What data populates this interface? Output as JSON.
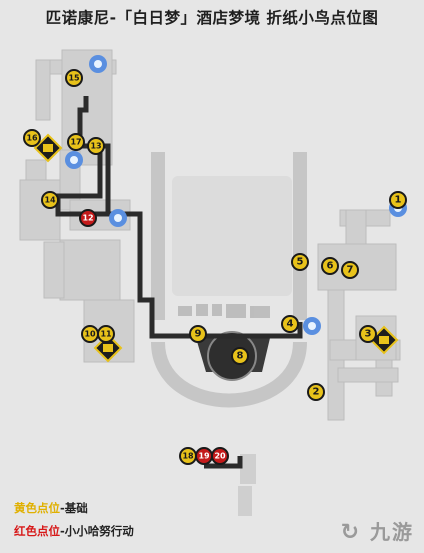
{
  "title": "匹诺康尼-「白日梦」酒店梦境 折纸小鸟点位图",
  "legend": {
    "yellow_label": "黄色点位",
    "yellow_desc": "-基础",
    "red_label": "红色点位",
    "red_desc": "-小小哈努行动"
  },
  "watermark": "九游",
  "colors": {
    "yellow_marker": "#e8c21a",
    "red_marker": "#c41a1a",
    "route": "#2b2b2b",
    "walls": "#c6c6c6",
    "background": "#e6e6e6"
  },
  "markers": [
    {
      "id": "1",
      "kind": "yellow"
    },
    {
      "id": "2",
      "kind": "yellow"
    },
    {
      "id": "3",
      "kind": "yellow"
    },
    {
      "id": "4",
      "kind": "yellow"
    },
    {
      "id": "5",
      "kind": "yellow"
    },
    {
      "id": "6",
      "kind": "yellow"
    },
    {
      "id": "7",
      "kind": "yellow"
    },
    {
      "id": "8",
      "kind": "yellow"
    },
    {
      "id": "9",
      "kind": "yellow"
    },
    {
      "id": "10",
      "kind": "yellow"
    },
    {
      "id": "11",
      "kind": "yellow"
    },
    {
      "id": "12",
      "kind": "red"
    },
    {
      "id": "13",
      "kind": "yellow"
    },
    {
      "id": "14",
      "kind": "yellow"
    },
    {
      "id": "15",
      "kind": "yellow"
    },
    {
      "id": "16",
      "kind": "yellow"
    },
    {
      "id": "17",
      "kind": "yellow"
    },
    {
      "id": "18",
      "kind": "yellow"
    },
    {
      "id": "19",
      "kind": "red"
    },
    {
      "id": "20",
      "kind": "red"
    }
  ]
}
